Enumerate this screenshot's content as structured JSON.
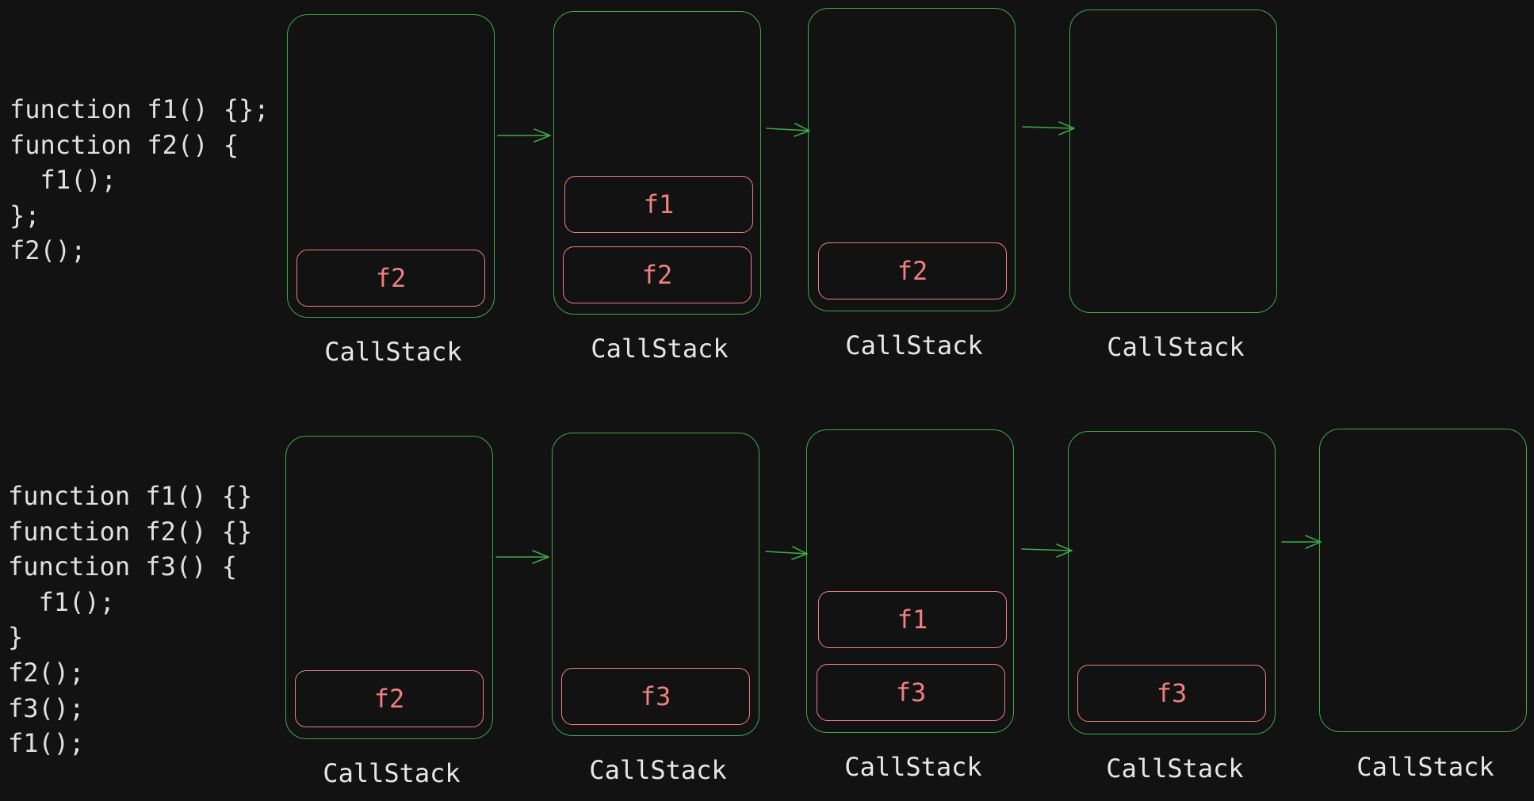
{
  "colors": {
    "background": "#121212",
    "stack_border": "#3fa94b",
    "frame": "#f08080",
    "text": "#e0e0e0"
  },
  "diagram1": {
    "code": [
      "function f1() {};",
      "function f2() {",
      "  f1();",
      "};",
      "f2();"
    ],
    "stacks": [
      {
        "frames": [
          "f2"
        ],
        "label": "CallStack"
      },
      {
        "frames": [
          "f1",
          "f2"
        ],
        "label": "CallStack"
      },
      {
        "frames": [
          "f2"
        ],
        "label": "CallStack"
      },
      {
        "frames": [],
        "label": "CallStack"
      }
    ]
  },
  "diagram2": {
    "code": [
      "function f1() {}",
      "function f2() {}",
      "function f3() {",
      "  f1();",
      "}",
      "f2();",
      "f3();",
      "f1();"
    ],
    "stacks": [
      {
        "frames": [
          "f2"
        ],
        "label": "CallStack"
      },
      {
        "frames": [
          "f3"
        ],
        "label": "CallStack"
      },
      {
        "frames": [
          "f1",
          "f3"
        ],
        "label": "CallStack"
      },
      {
        "frames": [
          "f3"
        ],
        "label": "CallStack"
      },
      {
        "frames": [],
        "label": "CallStack"
      }
    ]
  }
}
